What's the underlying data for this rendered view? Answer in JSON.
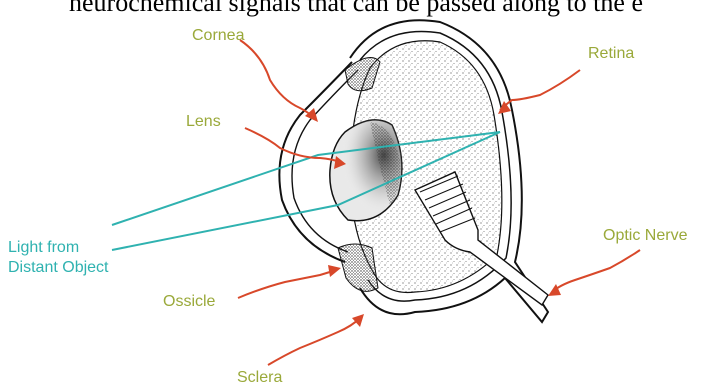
{
  "header_text": "neurochemical signals that can be passed along to the e",
  "colors": {
    "label": "#9aa93a",
    "arrow": "#d8482a",
    "light": "#2fb2b0",
    "outline": "#111111"
  },
  "labels": {
    "cornea": "Cornea",
    "retina": "Retina",
    "lens": "Lens",
    "light_line1": "Light from",
    "light_line2": "Distant Object",
    "optic_nerve": "Optic Nerve",
    "ossicle": "Ossicle",
    "sclera": "Sclera"
  }
}
